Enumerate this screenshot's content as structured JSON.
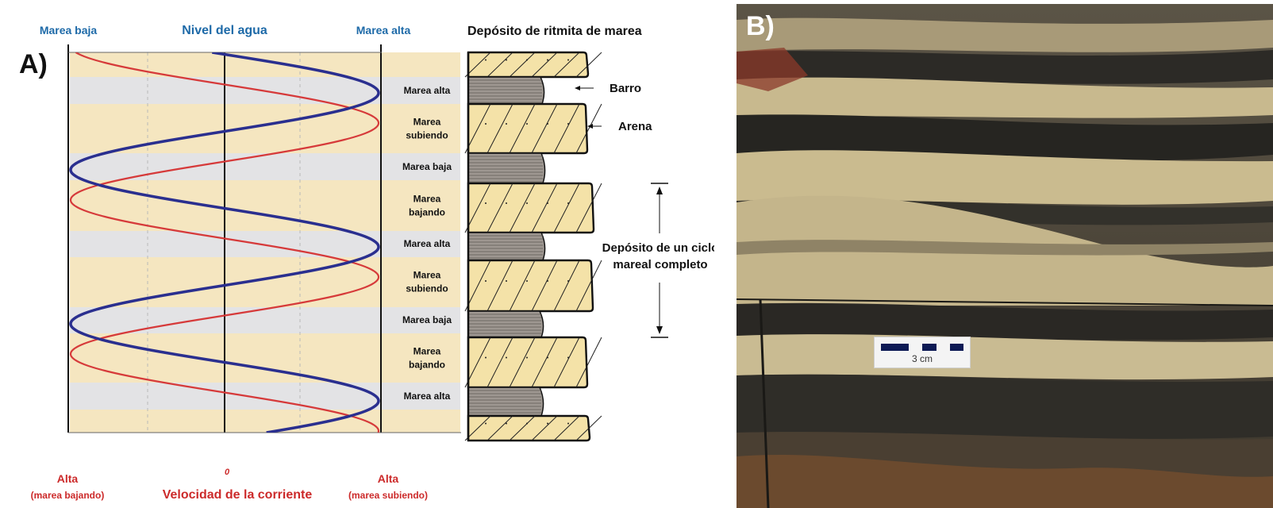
{
  "panel_a": {
    "label": "A)",
    "top_labels": {
      "low_tide": "Marea baja",
      "water_level": "Nivel del agua",
      "high_tide": "Marea alta"
    },
    "deposit_title": "Depósito de ritmita de marea",
    "bottom_labels": {
      "left_value": "Alta",
      "left_note": "(marea bajando)",
      "zero": "0",
      "right_value": "Alta",
      "right_note": "(marea subiendo)",
      "axis_title": "Velocidad de la corriente"
    },
    "phases": [
      {
        "lines": [
          "Marea alta"
        ],
        "kind": "mud"
      },
      {
        "lines": [
          "Marea",
          "subiendo"
        ],
        "kind": "sand"
      },
      {
        "lines": [
          "Marea baja"
        ],
        "kind": "mud"
      },
      {
        "lines": [
          "Marea",
          "bajando"
        ],
        "kind": "sand"
      },
      {
        "lines": [
          "Marea alta"
        ],
        "kind": "mud"
      },
      {
        "lines": [
          "Marea",
          "subiendo"
        ],
        "kind": "sand"
      },
      {
        "lines": [
          "Marea baja"
        ],
        "kind": "mud"
      },
      {
        "lines": [
          "Marea",
          "bajando"
        ],
        "kind": "sand"
      },
      {
        "lines": [
          "Marea alta"
        ],
        "kind": "mud"
      }
    ],
    "annotations": {
      "mud": "Barro",
      "sand": "Arena",
      "cycle_line1": "Depósito de un ciclo",
      "cycle_line2": "mareal completo"
    },
    "colors": {
      "sand": "#f5e6c0",
      "mud": "#e3e3e5",
      "water_level_curve": "#2a2f8f",
      "velocity_curve": "#d63a3a",
      "sand_layer": "#f4e2a8",
      "mud_layer": "#9e9791"
    }
  },
  "panel_b": {
    "label": "B)",
    "scale_label": "3 cm"
  }
}
